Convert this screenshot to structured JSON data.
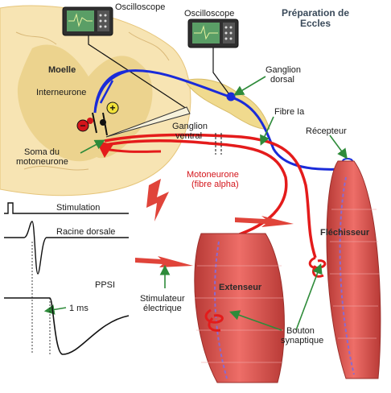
{
  "title_line1": "Préparation de",
  "title_line2": "Eccles",
  "labels": {
    "oscilloscope_left": "Oscilloscope",
    "oscilloscope_right": "Oscilloscope",
    "moelle": "Moelle",
    "interneurone": "Interneurone",
    "ganglion_dorsal_1": "Ganglion",
    "ganglion_dorsal_2": "dorsal",
    "fibre_ia": "Fibre Ia",
    "ganglion_ventral_1": "Ganglion",
    "ganglion_ventral_2": "ventral",
    "recepteur": "Récepteur",
    "soma_1": "Soma du",
    "soma_2": "motoneurone",
    "motoneurone_1": "Motoneurone",
    "motoneurone_2": "(fibre alpha)",
    "stimulation": "Stimulation",
    "racine_dorsale": "Racine dorsale",
    "flechisseur": "Fléchisseur",
    "ppsi": "PPSI",
    "one_ms": "1 ms",
    "stimulateur_1": "Stimulateur",
    "stimulateur_2": "électrique",
    "extenseur": "Extenseur",
    "bouton_1": "Bouton",
    "bouton_2": "synaptique"
  },
  "symbols": {
    "plus": "+",
    "minus": "−"
  },
  "colors": {
    "cord_outer": "#f7e4b3",
    "cord_grey": "#ead08a",
    "neuron_blue": "#1a2bd9",
    "neuron_red": "#e41b1b",
    "muscle": "#d9534f",
    "muscle_stripe": "#f1a8a8",
    "arrow_green": "#2e8b3a",
    "spark": "#e0443a"
  }
}
